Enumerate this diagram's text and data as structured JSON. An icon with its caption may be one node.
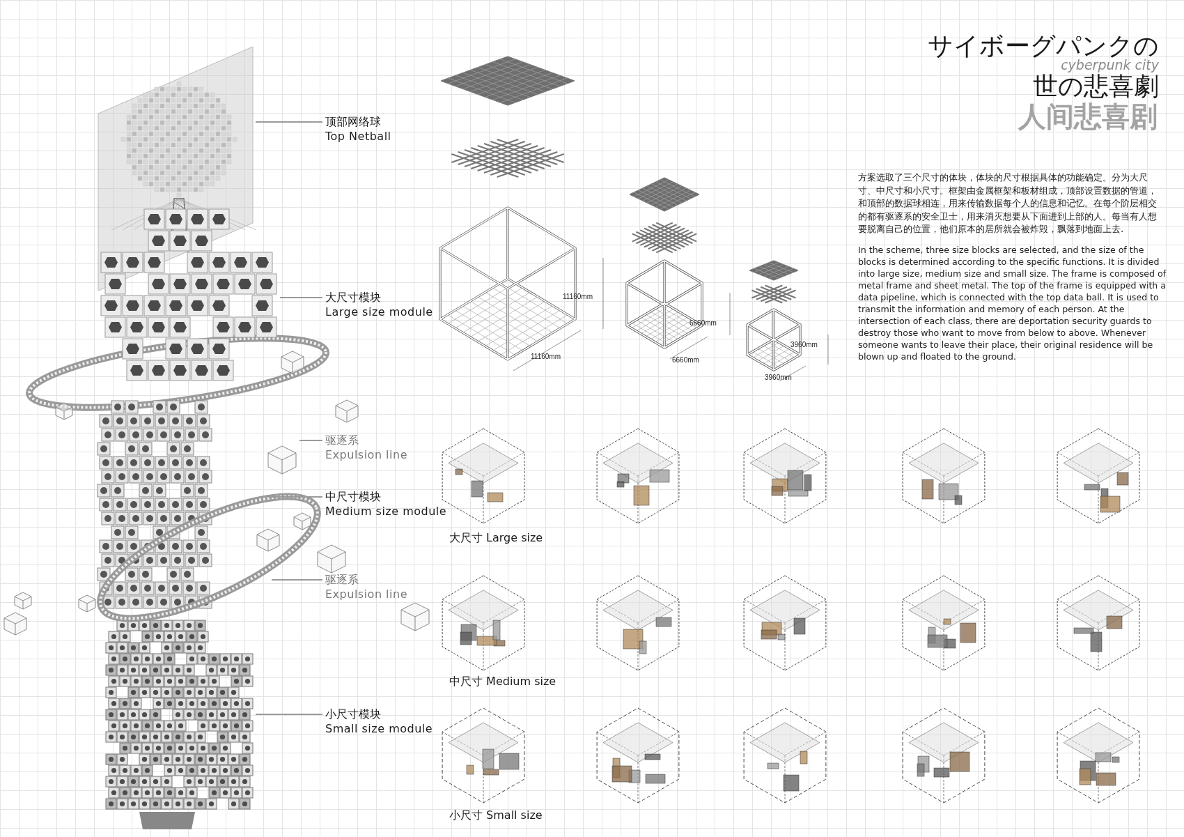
{
  "diagram": {
    "title": "サイボーグパンクの",
    "nodes": [
      {
        "text": [
          "顶部网络球",
          "Top Netball"
        ]
      },
      {
        "text": [
          "大尺寸模块",
          "Large size module"
        ]
      },
      {
        "text": [
          "驱逐系",
          "Expulsion line"
        ]
      },
      {
        "text": [
          "中尺寸模块",
          "Medium size module"
        ]
      },
      {
        "text": [
          "驱逐系",
          "Expulsion line"
        ]
      },
      {
        "text": [
          "小尺寸模块",
          "Small size module"
        ]
      }
    ],
    "edges": [
      {
        "from": 0,
        "to": null,
        "arrow": "none"
      },
      {
        "from": 1,
        "to": null,
        "arrow": "none"
      },
      {
        "from": 2,
        "to": null,
        "arrow": "none"
      },
      {
        "from": 3,
        "to": null,
        "arrow": "none"
      },
      {
        "from": 4,
        "to": null,
        "arrow": "none"
      },
      {
        "from": 5,
        "to": null,
        "arrow": "none"
      }
    ],
    "labels": [
      "cyberpunk city",
      "世の悲喜劇",
      "人间悲喜剧",
      "方案选取了三个尺寸的体块，体块的尺寸根据具体的功能确定。分为大尺寸、中尺寸和小尺寸。框架由金属框架和板材组成，顶部设置数据的管道，和顶部的数据球相连，用来传输数据每个人的信息和记忆。在每个阶层相交的都有驱逐系的安全卫士，用来消灭想要从下面进到上部的人。每当有人想要脱离自己的位置，他们原本的居所就会被炸毁，飘落到地面上去.",
      "In the scheme, three size blocks are selected, and the size of the blocks is determined according to the specific functions. It is divided into large size, medium size and small size. The frame is composed of metal frame and sheet metal. The top of the frame is equipped with a data pipeline, which is connected with the top data ball. It is used to transmit the information and memory of each person. At the intersection of each class, there are deportation security guards to destroy those who want to move from below to above. Whenever someone wants to leave their place, their original residence will be blown up and floated to the ground.",
      "11160mm",
      "11160mm",
      "6660mm",
      "6660mm",
      "3960mm",
      "3960mm",
      "大尺寸 Large size",
      "中尺寸 Medium size",
      "小尺寸 Small size"
    ]
  }
}
